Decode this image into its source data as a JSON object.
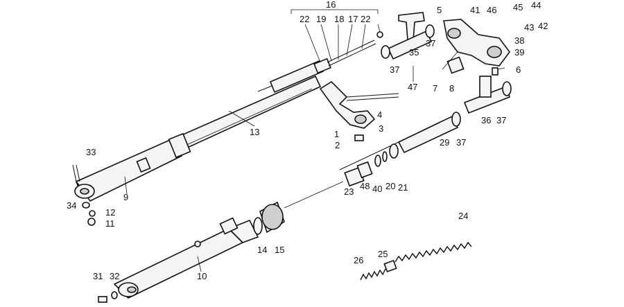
{
  "labels": {
    "l16": "16",
    "l22a": "22",
    "l19": "19",
    "l18": "18",
    "l17": "17",
    "l22b": "22",
    "l5": "5",
    "l41": "41",
    "l46": "46",
    "l45": "45",
    "l44": "44",
    "l43": "43",
    "l42": "42",
    "l38": "38",
    "l39": "39",
    "l37a": "37",
    "l35": "35",
    "l37b": "37",
    "l47": "47",
    "l7": "7",
    "l8": "8",
    "l6": "6",
    "l4": "4",
    "l3": "3",
    "l1": "1",
    "l2": "2",
    "l13": "13",
    "l36": "36",
    "l37c": "37",
    "l29": "29",
    "l37d": "37",
    "l33": "33",
    "l9": "9",
    "l34": "34",
    "l12": "12",
    "l11": "11",
    "l23": "23",
    "l48": "48",
    "l40": "40",
    "l20": "20",
    "l21": "21",
    "l14": "14",
    "l15": "15",
    "l10": "10",
    "l24": "24",
    "l26": "26",
    "l25": "25",
    "l31": "31",
    "l32": "32"
  }
}
